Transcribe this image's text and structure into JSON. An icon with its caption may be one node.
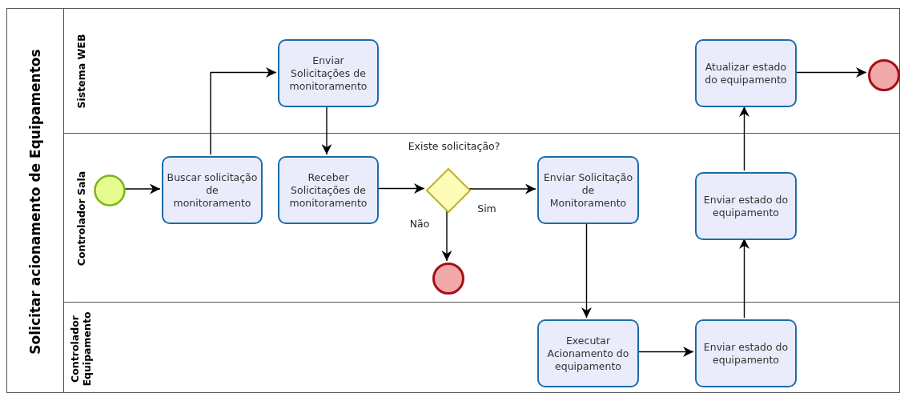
{
  "diagram": {
    "nodes": [
      {
        "text": [
          "Solicitar acionamento de Equipamentos"
        ]
      },
      {
        "text": [
          "Sistema WEB"
        ],
        "in": 0
      },
      {
        "text": [
          "Controlador Sala"
        ],
        "in": 0
      },
      {
        "text": [
          "Controlador Equipamento"
        ],
        "in": 0
      },
      {
        "text": [
          "Enviar Solicitações de monitoramento"
        ],
        "in": 1
      },
      {
        "text": [
          "Atualizar estado do equipamento"
        ],
        "in": 1
      },
      {
        "text": [],
        "shape": "circle",
        "in": 1
      },
      {
        "text": [],
        "shape": "circle",
        "in": 2
      },
      {
        "text": [
          "Buscar solicitação de monitoramento"
        ],
        "in": 2
      },
      {
        "text": [
          "Receber Solicitações de monitoramento"
        ],
        "in": 2
      },
      {
        "text": [],
        "shape": "diamond",
        "beside": [
          "Existe solicitação?"
        ],
        "in": 2
      },
      {
        "text": [],
        "shape": "circle",
        "in": 2
      },
      {
        "text": [
          "Enviar Solicitação de Monitoramento"
        ],
        "in": 2
      },
      {
        "text": [
          "Enviar estado do equipamento"
        ],
        "in": 2
      },
      {
        "text": [
          "Executar Acionamento do equipamento"
        ],
        "in": 3
      },
      {
        "text": [
          "Enviar estado do equipamento"
        ],
        "in": 3
      }
    ],
    "edges": [
      {
        "from": 7,
        "to": 8,
        "arrow": "to"
      },
      {
        "from": 8,
        "to": 4,
        "arrow": "to"
      },
      {
        "from": 4,
        "to": 9,
        "arrow": "to"
      },
      {
        "from": 9,
        "to": 10,
        "arrow": "to"
      },
      {
        "from": 10,
        "to": 11,
        "arrow": "to",
        "label": "Não"
      },
      {
        "from": 10,
        "to": 12,
        "arrow": "to",
        "label": "Sim"
      },
      {
        "from": 12,
        "to": 14,
        "arrow": "to"
      },
      {
        "from": 14,
        "to": 15,
        "arrow": "to"
      },
      {
        "from": 15,
        "to": 13,
        "arrow": "to"
      },
      {
        "from": 13,
        "to": 5,
        "arrow": "to"
      },
      {
        "from": 5,
        "to": 6,
        "arrow": "to"
      }
    ]
  }
}
